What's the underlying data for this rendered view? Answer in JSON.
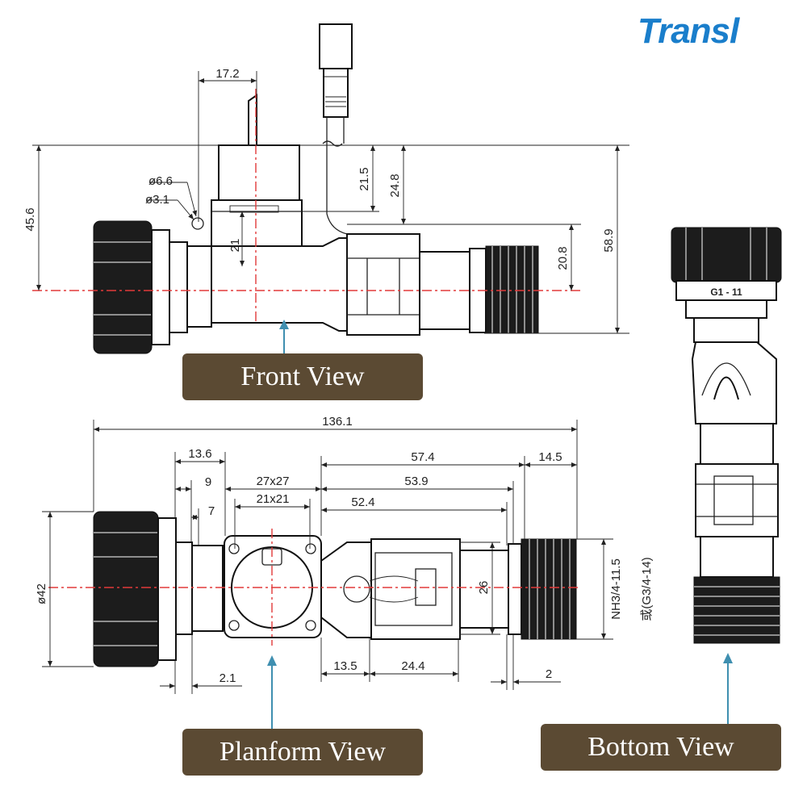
{
  "brand": "Transl",
  "views": {
    "front": "Front View",
    "planform": "Planform View",
    "bottom": "Bottom View"
  },
  "front_dims": {
    "d17_2": "17.2",
    "phi6_6": "ø6.6",
    "phi3_1": "ø3.1",
    "d45_6": "45.6",
    "d21": "21",
    "d21_5": "21.5",
    "d24_8": "24.8",
    "d20_8": "20.8",
    "d58_9": "58.9"
  },
  "plan_dims": {
    "d136_1": "136.1",
    "d13_6": "13.6",
    "d57_4": "57.4",
    "d14_5": "14.5",
    "d9": "9",
    "d27x27": "27x27",
    "d53_9": "53.9",
    "d7": "7",
    "d21x21": "21x21",
    "d52_4": "52.4",
    "phi42": "ø42",
    "d26": "26",
    "thread1": "NH3/4-11.5",
    "thread2": "或(G3/4-14)",
    "d2_1": "2.1",
    "d13_5": "13.5",
    "d24_4": "24.4",
    "d2": "2"
  },
  "bottom": {
    "cap_label": "G1 - 11"
  }
}
